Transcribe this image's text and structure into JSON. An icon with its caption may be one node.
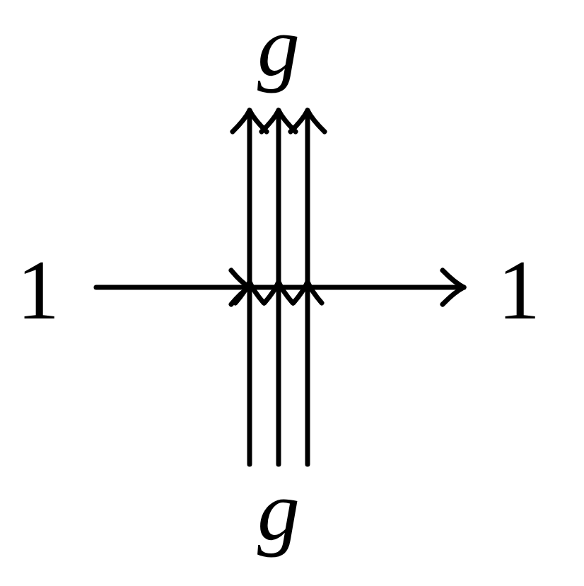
{
  "diagram": {
    "nodes": [
      {
        "text": [
          "g"
        ]
      },
      {
        "text": [
          "1"
        ]
      },
      {
        "text": [
          "1"
        ]
      },
      {
        "text": [
          "g"
        ]
      }
    ],
    "edges": [
      {
        "from": 1,
        "to": 2,
        "arrow": "to"
      },
      {
        "from": 3,
        "to": 0,
        "arrow": "to"
      },
      {
        "from": 3,
        "to": 0,
        "arrow": "to"
      },
      {
        "from": 3,
        "to": 0,
        "arrow": "to"
      }
    ]
  }
}
